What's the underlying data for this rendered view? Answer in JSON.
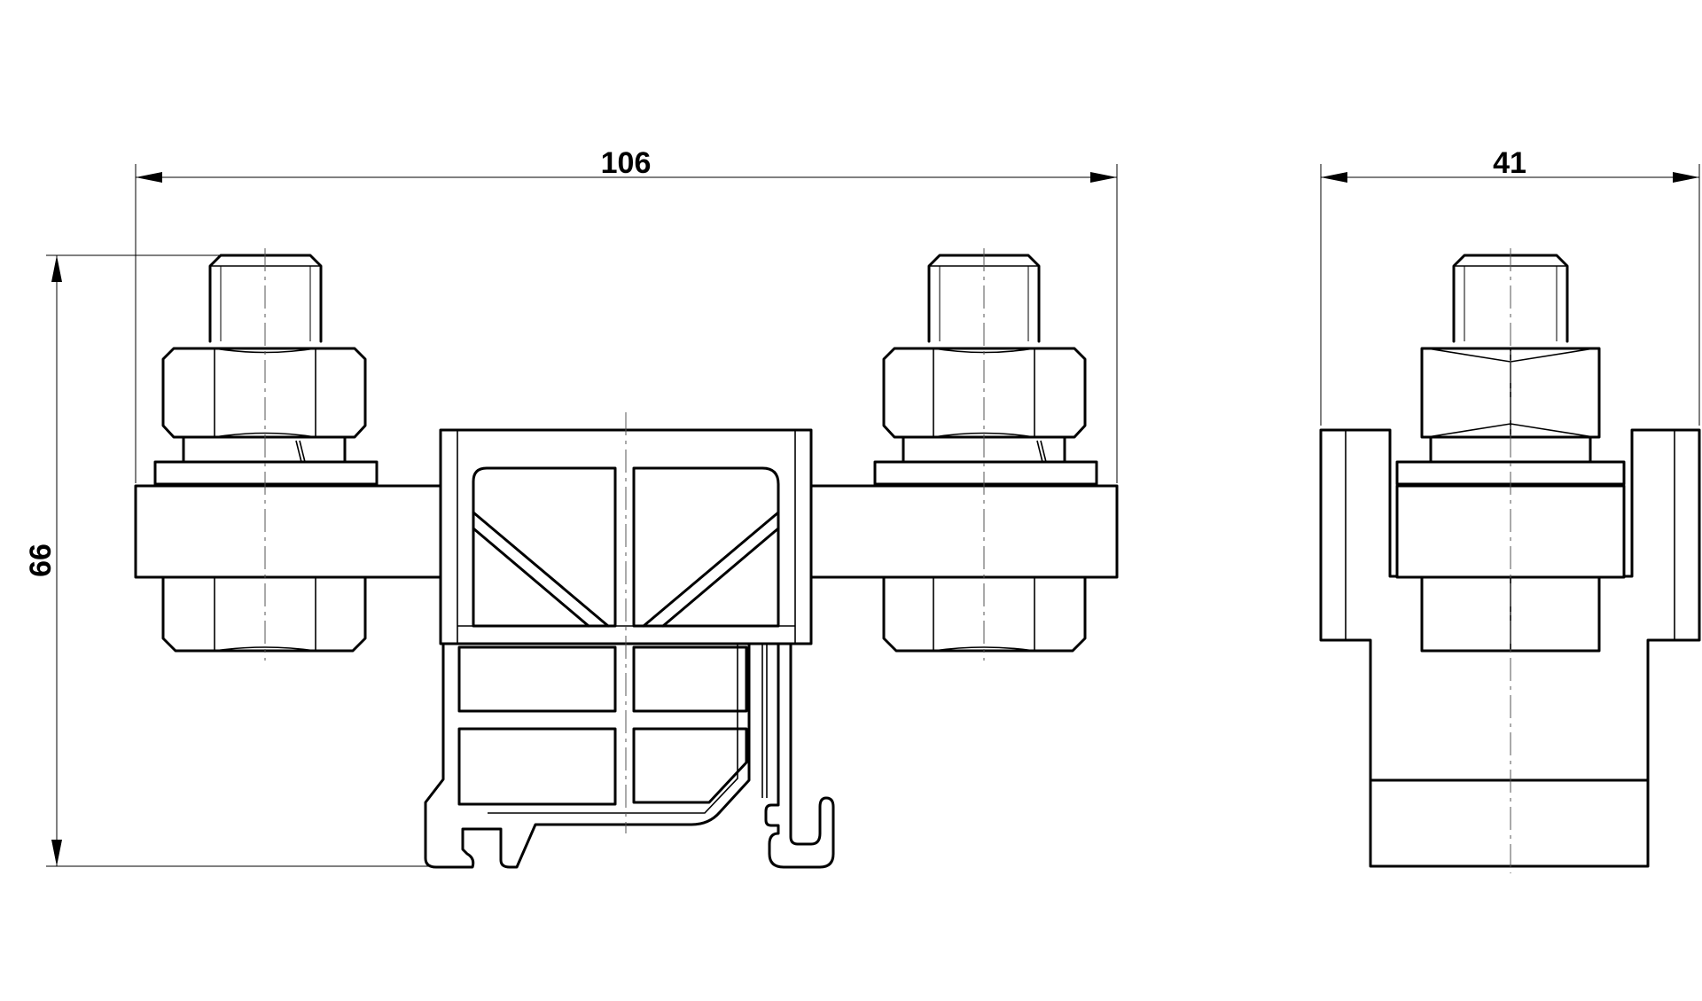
{
  "dimensions": {
    "overall_length": "106",
    "height": "66",
    "side_width": "41"
  }
}
